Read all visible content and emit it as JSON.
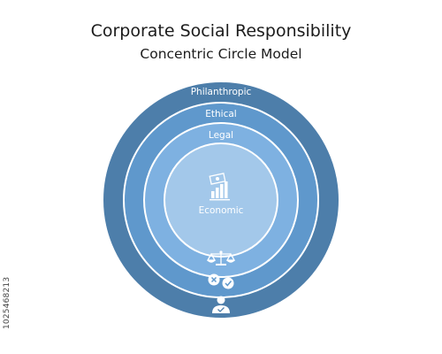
{
  "header": {
    "title": "Corporate Social Responsibility",
    "subtitle": "Concentric Circle Model"
  },
  "rings": [
    {
      "key": "philanthropic",
      "label": "Philanthropic",
      "color": "#4d7eaa"
    },
    {
      "key": "ethical",
      "label": "Ethical",
      "color": "#5f98cc"
    },
    {
      "key": "legal",
      "label": "Legal",
      "color": "#7eb1e1"
    },
    {
      "key": "economic",
      "label": "Economic",
      "color": "#a3c8ea"
    }
  ],
  "ring_border_color": "#ffffff",
  "icons": {
    "economic": "money-bar-chart-icon",
    "legal": "scales-icon",
    "ethical": "cross-check-icon",
    "philanthropic": "person-icon"
  },
  "watermark": "1025468213"
}
